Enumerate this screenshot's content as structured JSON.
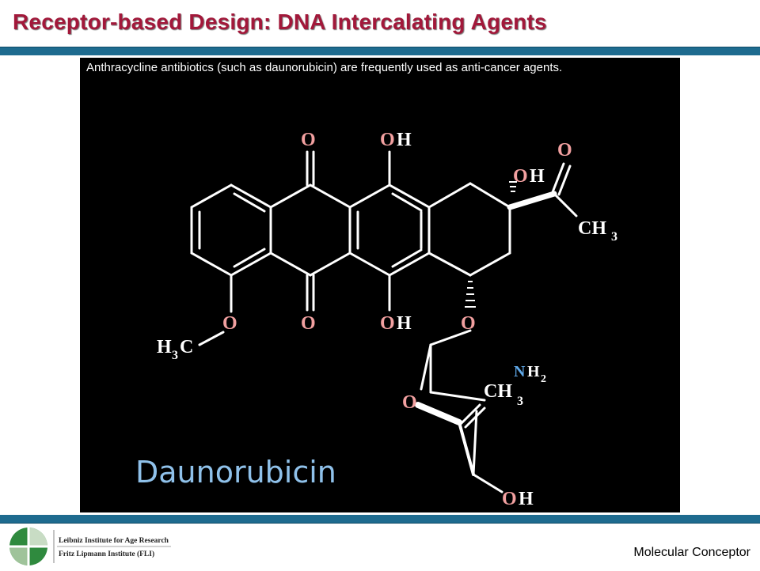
{
  "slide": {
    "title": "Receptor-based Design: DNA Intercalating Agents",
    "caption": "Anthracycline antibiotics (such as daunorubicin) are frequently used as anti-cancer agents.",
    "molecule_name": "Daunorubicin",
    "footer": "Molecular Conceptor"
  },
  "logo": {
    "line1": "Leibniz Institute for Age Research",
    "line2": "Fritz Lipmann Institute (FLI)"
  },
  "atom_labels": {
    "oxygen": "O",
    "hydroxyl_h": "H",
    "methyl_c": "CH",
    "methyl_sub": "3",
    "h3c_h": "H",
    "h3c_sub": "3",
    "h3c_c": "C",
    "amine_n": "N",
    "amine_h": "H",
    "amine_sub": "2"
  },
  "colors": {
    "title": "#a2183a",
    "rule": "#1e6b8f",
    "oxygen": "#f2a0a0",
    "nitrogen": "#5fa8e8",
    "bond": "#ffffff",
    "name": "#8fc1ea"
  }
}
